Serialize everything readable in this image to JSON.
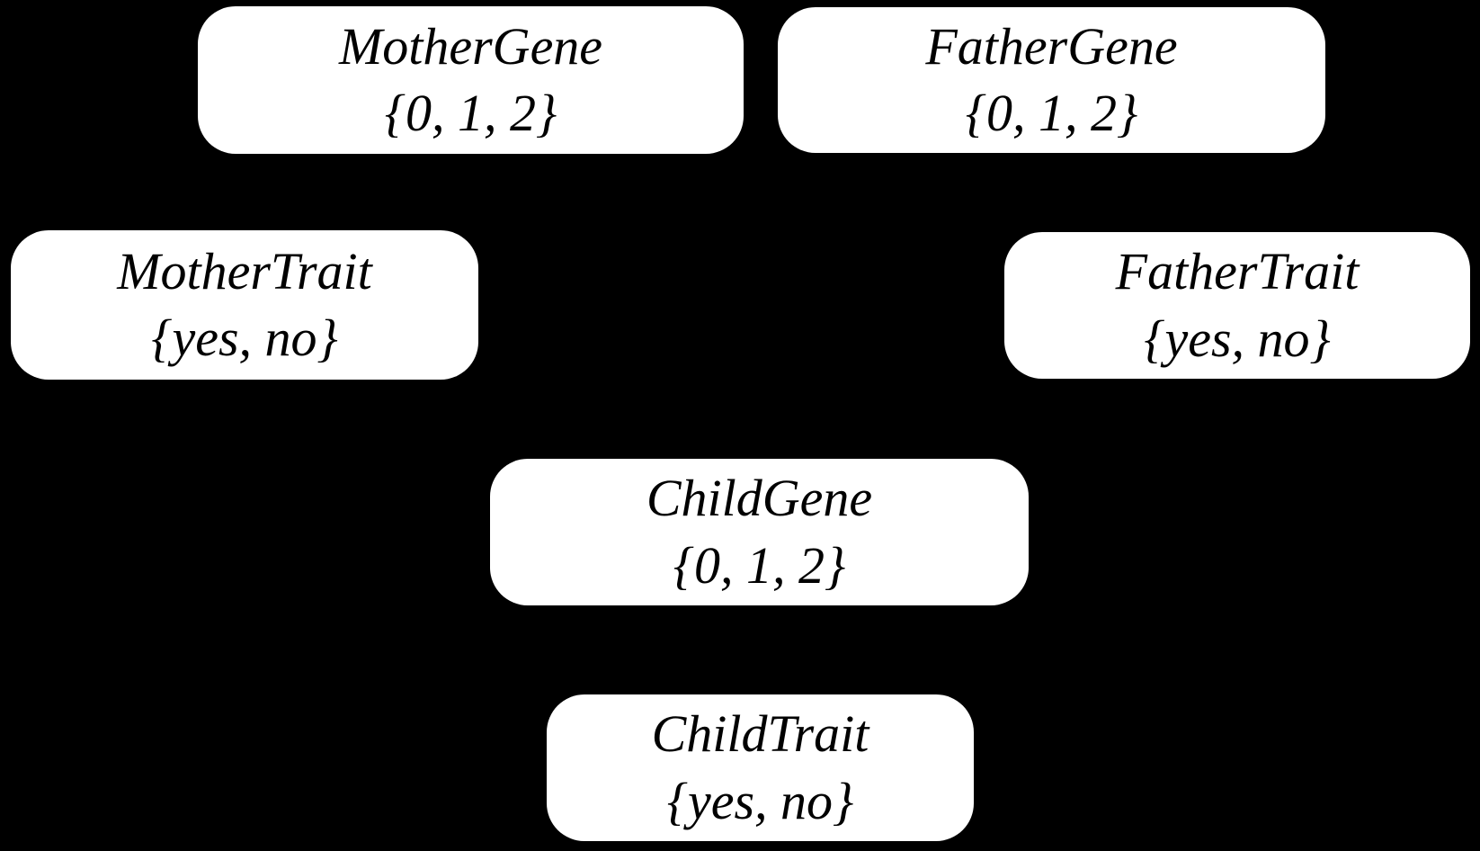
{
  "diagram": {
    "type": "bayesian-network",
    "background_color": "#000000",
    "node_fill_color": "#ffffff",
    "node_text_color": "#000000",
    "nodes": [
      {
        "id": "mother-gene",
        "label": "MotherGene",
        "values": "{0, 1, 2}"
      },
      {
        "id": "father-gene",
        "label": "FatherGene",
        "values": "{0, 1, 2}"
      },
      {
        "id": "mother-trait",
        "label": "MotherTrait",
        "values": "{yes, no}"
      },
      {
        "id": "father-trait",
        "label": "FatherTrait",
        "values": "{yes, no}"
      },
      {
        "id": "child-gene",
        "label": "ChildGene",
        "values": "{0, 1, 2}"
      },
      {
        "id": "child-trait",
        "label": "ChildTrait",
        "values": "{yes, no}"
      }
    ]
  }
}
